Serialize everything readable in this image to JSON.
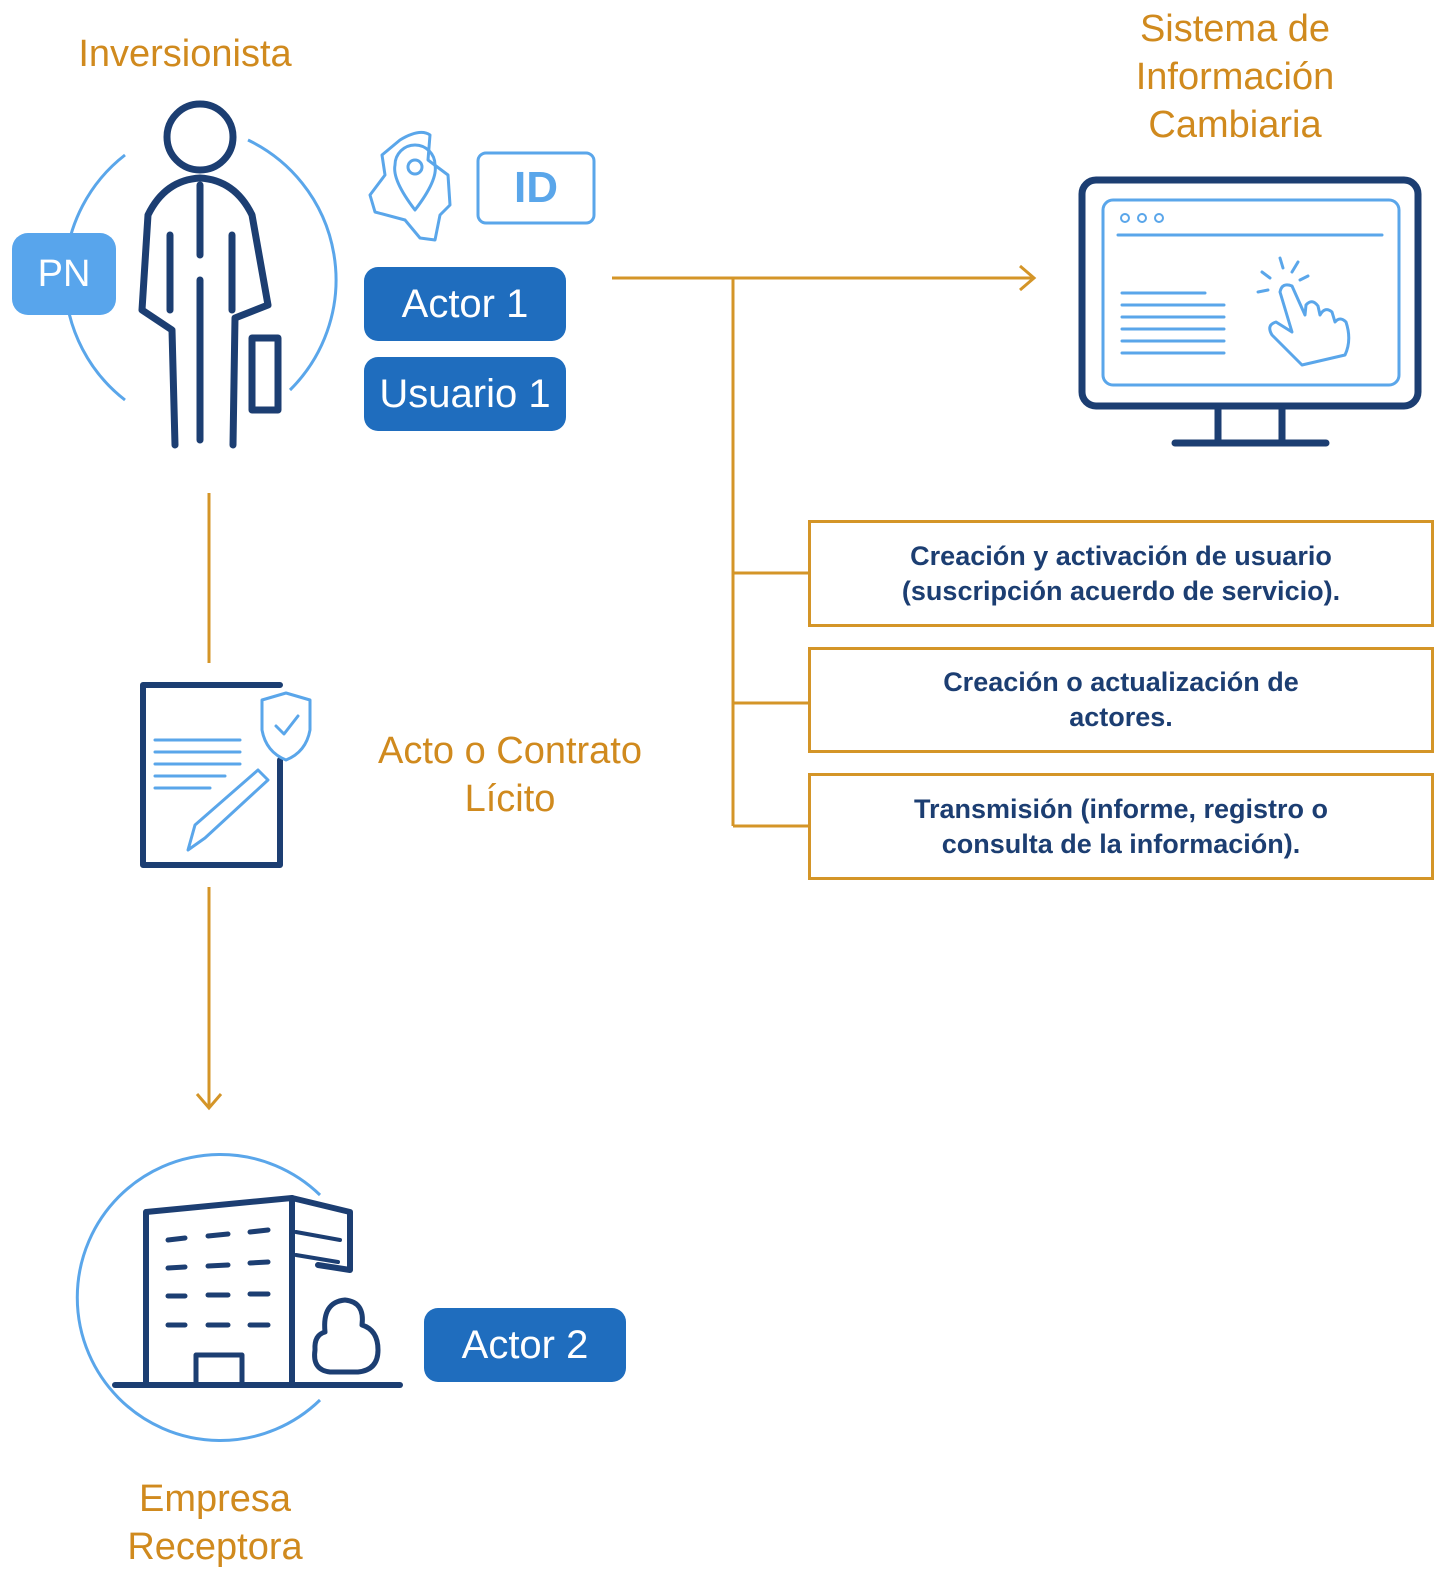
{
  "investor": {
    "title": "Inversionista",
    "badge": "PN",
    "id_label": "ID"
  },
  "actor1": {
    "actor_label": "Actor 1",
    "user_label": "Usuario 1"
  },
  "system": {
    "title": "Sistema de Información Cambiaria"
  },
  "contract": {
    "title": "Acto o Contrato Lícito"
  },
  "company": {
    "title": "Empresa Receptora",
    "actor_label": "Actor 2"
  },
  "processes": [
    {
      "text": "Creación y activación de usuario (suscripción acuerdo de servicio)."
    },
    {
      "text": "Creación o actualización de actores."
    },
    {
      "text": "Transmisión (informe, registro o consulta de la información)."
    }
  ],
  "colors": {
    "orange": "#d08a1e",
    "blue": "#1f6dbe",
    "light_blue": "#58a5ec",
    "navy": "#1c3e72"
  }
}
